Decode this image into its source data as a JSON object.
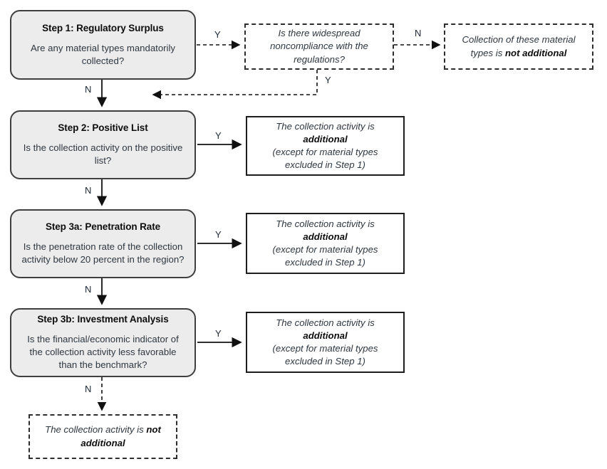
{
  "labels": {
    "yes": "Y",
    "no": "N"
  },
  "steps": [
    {
      "title": "Step 1: Regulatory Surplus",
      "question": "Are any material types mandatorily collected?"
    },
    {
      "title": "Step 2: Positive List",
      "question": "Is the collection activity on the positive list?"
    },
    {
      "title": "Step 3a: Penetration Rate",
      "question": "Is the penetration rate of the collection activity below 20 percent in the region?"
    },
    {
      "title": "Step 3b: Investment Analysis",
      "question": "Is the financial/economic indicator of the collection activity less favorable than the benchmark?"
    }
  ],
  "noncompliance_box": {
    "text": "Is there widespread noncompliance with the regulations?"
  },
  "outcome_not_additional_top": {
    "prefix": "Collection of these material types is",
    "bold": "not additional"
  },
  "outcome_additional": {
    "line1": "The collection activity is",
    "bold": "additional",
    "note": "(except for material types excluded in Step 1)"
  },
  "outcome_not_additional_bottom": {
    "prefix": "The collection activity is",
    "bold": "not additional"
  },
  "colors": {
    "step_fill": "#ececec",
    "step_border": "#3f3f3f",
    "dashed_border": "#2e2e2e",
    "result_border": "#1d1d1d",
    "text": "#2e3740",
    "arrow": "#111111"
  }
}
